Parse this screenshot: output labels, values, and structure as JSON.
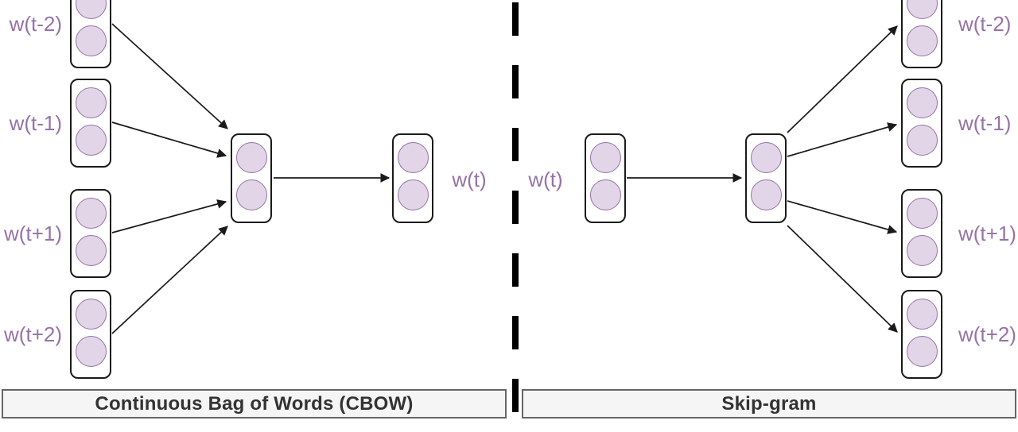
{
  "cbow": {
    "caption": "Continuous Bag of Words (CBOW)",
    "context_labels": [
      "w(t-2)",
      "w(t-1)",
      "w(t+1)",
      "w(t+2)"
    ],
    "target_label": "w(t)"
  },
  "skipgram": {
    "caption": "Skip-gram",
    "input_label": "w(t)",
    "context_labels": [
      "w(t-2)",
      "w(t-1)",
      "w(t+1)",
      "w(t+2)"
    ]
  },
  "colors": {
    "node_fill": "#e1d5e7",
    "node_stroke": "#9673a6",
    "label_text": "#9673a6",
    "box_stroke": "#1a1a1a",
    "arrow": "#1a1a1a",
    "bar_fill": "#f5f5f5",
    "bar_border": "#666666",
    "bar_text": "#333333"
  }
}
